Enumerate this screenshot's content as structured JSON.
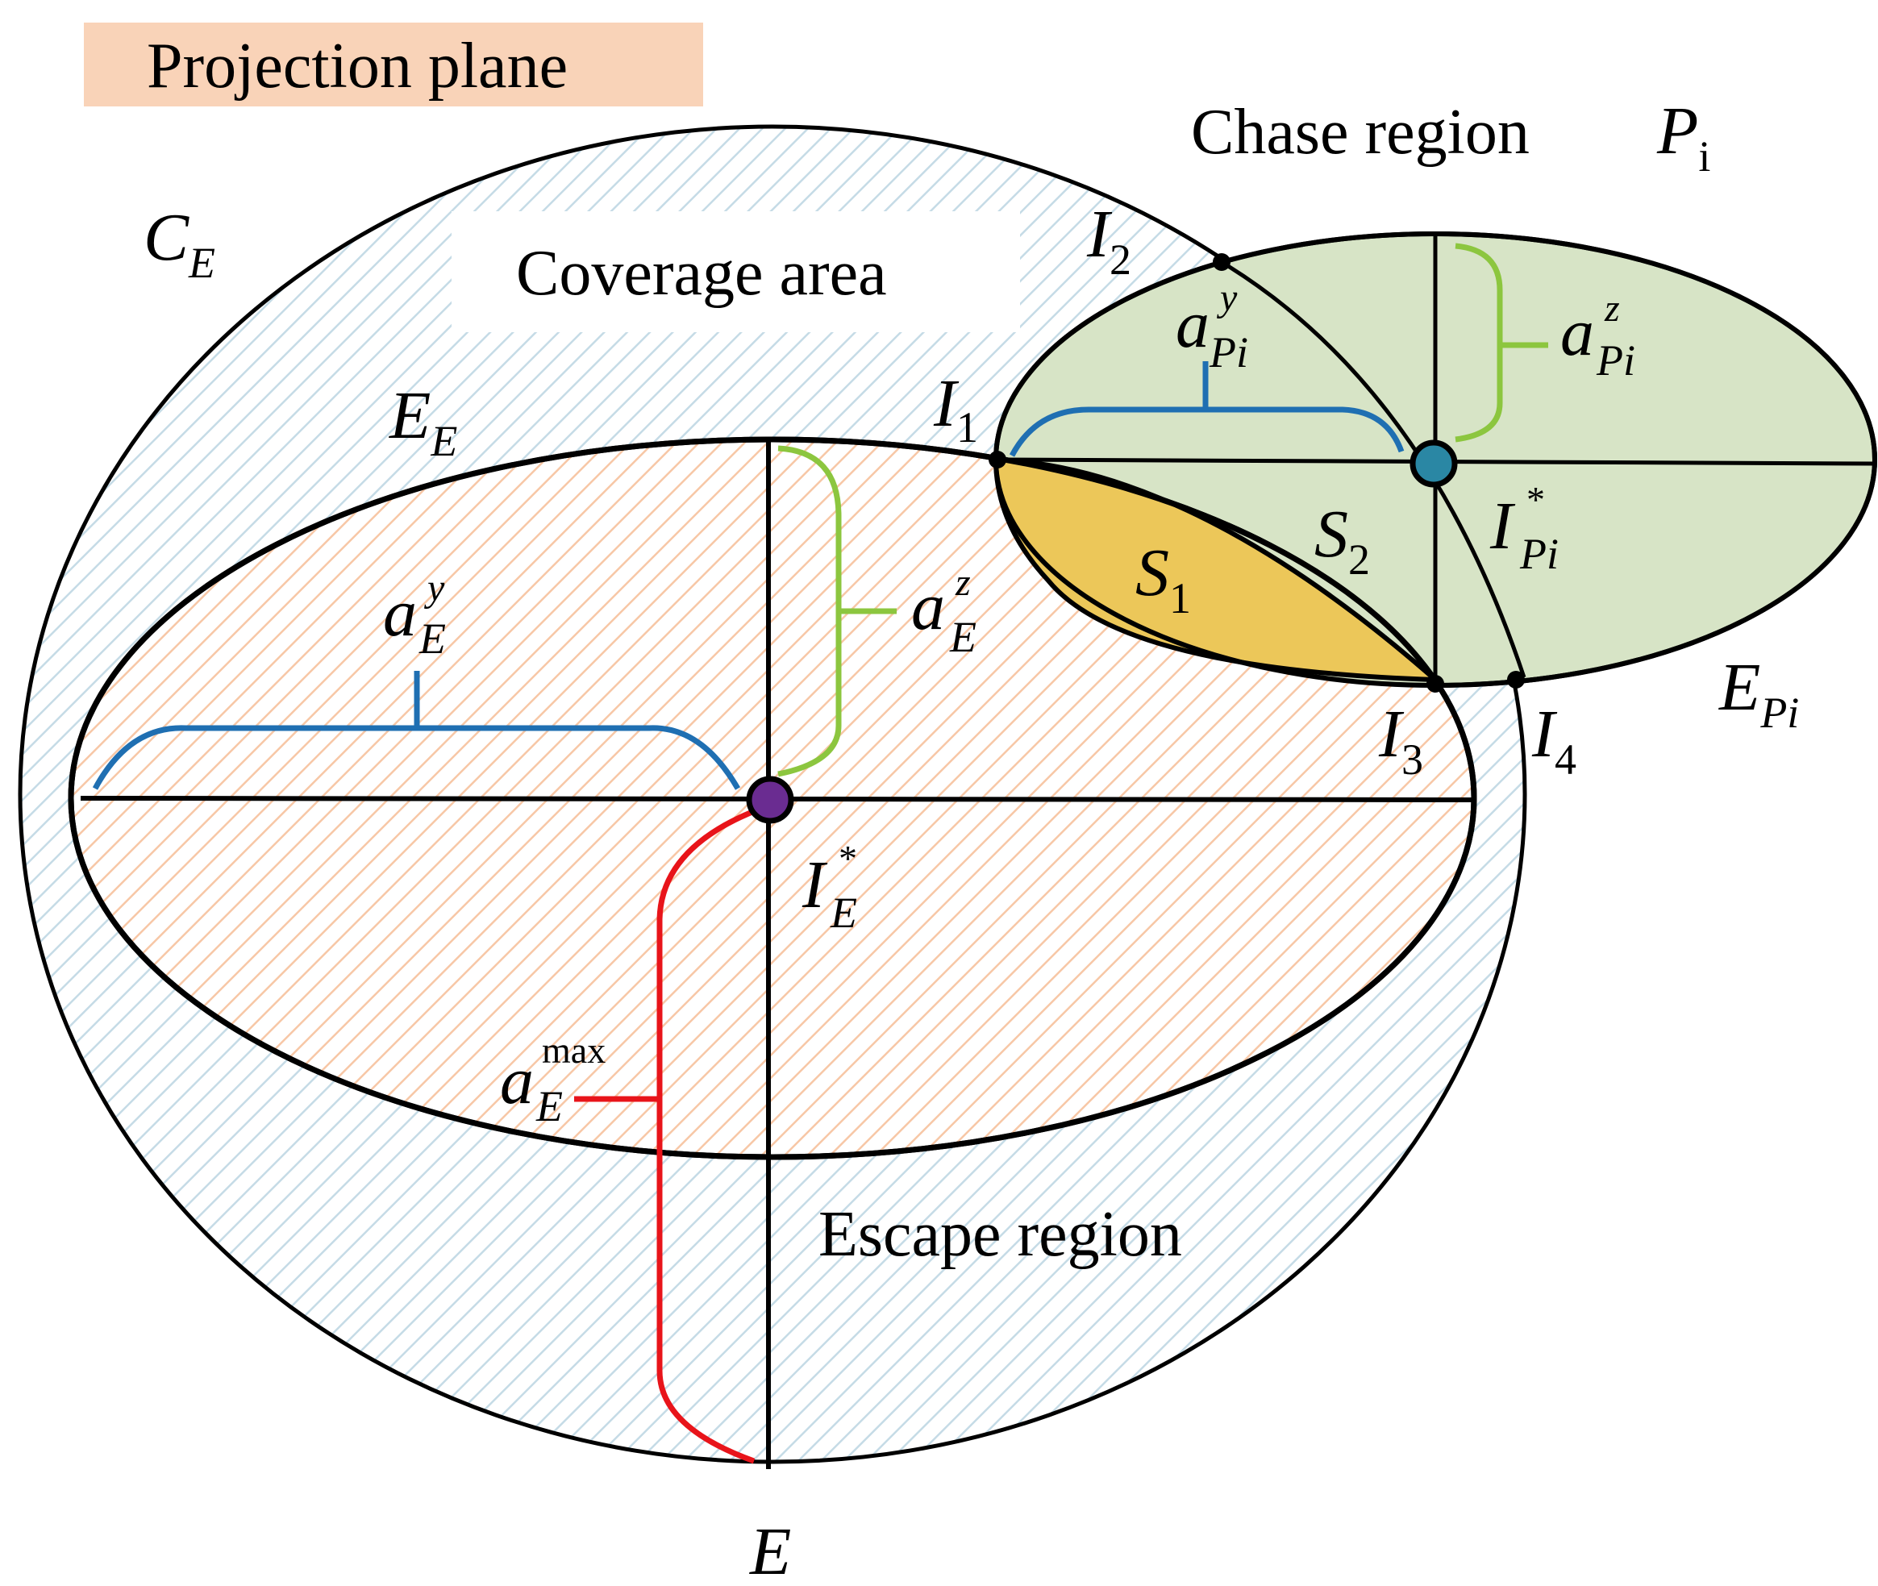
{
  "title": "Projection plane",
  "regions": {
    "coverage": "Coverage area",
    "chase": "Chase region",
    "escape": "Escape region"
  },
  "symbols": {
    "CE": {
      "main": "C",
      "sub": "E"
    },
    "EE": {
      "main": "E",
      "sub": "E"
    },
    "EPi": {
      "main": "E",
      "sub": "Pi"
    },
    "Pi": {
      "main": "P",
      "sub": "i"
    },
    "E": {
      "main": "E"
    },
    "IE_star": {
      "main": "I",
      "sup": "*",
      "sub": "E"
    },
    "IPi_star": {
      "main": "I",
      "sup": "*",
      "sub": "Pi"
    },
    "I1": {
      "main": "I",
      "sub": "1"
    },
    "I2": {
      "main": "I",
      "sub": "2"
    },
    "I3": {
      "main": "I",
      "sub": "3"
    },
    "I4": {
      "main": "I",
      "sub": "4"
    },
    "S1": {
      "main": "S",
      "sub": "1"
    },
    "S2": {
      "main": "S",
      "sub": "2"
    },
    "aEy": {
      "main": "a",
      "sup": "y",
      "sub": "E"
    },
    "aEz": {
      "main": "a",
      "sup": "z",
      "sub": "E"
    },
    "aPiy": {
      "main": "a",
      "sup": "y",
      "sub": "Pi"
    },
    "aPiz": {
      "main": "a",
      "sup": "z",
      "sub": "Pi"
    },
    "aEmax": {
      "main": "a",
      "sup": "max",
      "sub": "E"
    }
  },
  "colors": {
    "title_bg": "#f9d3b8",
    "coverage_hatch": "#c5dbe6",
    "escape_hatch": "#f7c7a6",
    "chase_fill": "#d7e4c6",
    "overlap_fill": "#ecc759",
    "semi_axis_y": "#1f6fb2",
    "semi_axis_z": "#8cc63f",
    "max_axis": "#e8141a",
    "center_E": "#6a2c91",
    "center_Pi": "#2a87a4",
    "outline": "#000000"
  }
}
